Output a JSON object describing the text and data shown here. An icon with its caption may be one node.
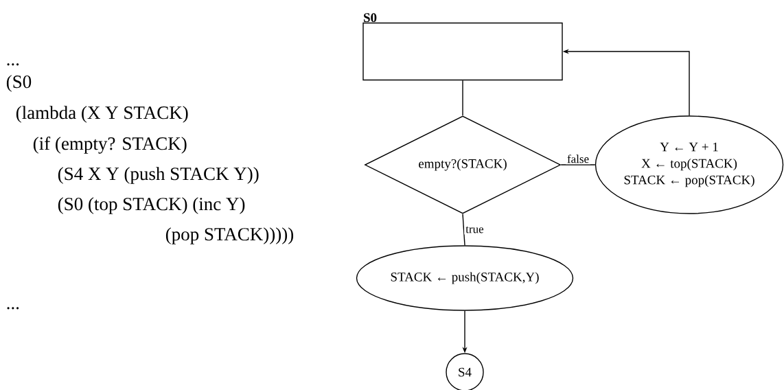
{
  "diagram": {
    "nodes": [
      {
        "text": [
          "S0"
        ]
      },
      {
        "text": [
          "empty?(STACK)"
        ]
      },
      {
        "text": [
          "Y ← Y + 1",
          "X ← top(STACK)",
          "STACK ← pop(STACK)"
        ]
      },
      {
        "text": [
          "STACK ← push(STACK,Y)"
        ]
      },
      {
        "text": [
          "S4"
        ]
      }
    ],
    "edges": [
      {
        "from": 0,
        "to": 1,
        "arrow": "none"
      },
      {
        "from": 1,
        "to": 2,
        "arrow": "none",
        "label": "false"
      },
      {
        "from": 2,
        "to": 0,
        "arrow": "to"
      },
      {
        "from": 1,
        "to": 3,
        "arrow": "none",
        "label": "true"
      },
      {
        "from": 3,
        "to": 4,
        "arrow": "to"
      }
    ],
    "labels": [
      "...",
      "(S0",
      "(lambda (X Y STACK)",
      "(if (empty? STACK)",
      "(S4 X Y (push STACK Y))",
      "(S0 (top STACK) (inc Y)",
      "(pop STACK)))))",
      "..."
    ]
  }
}
